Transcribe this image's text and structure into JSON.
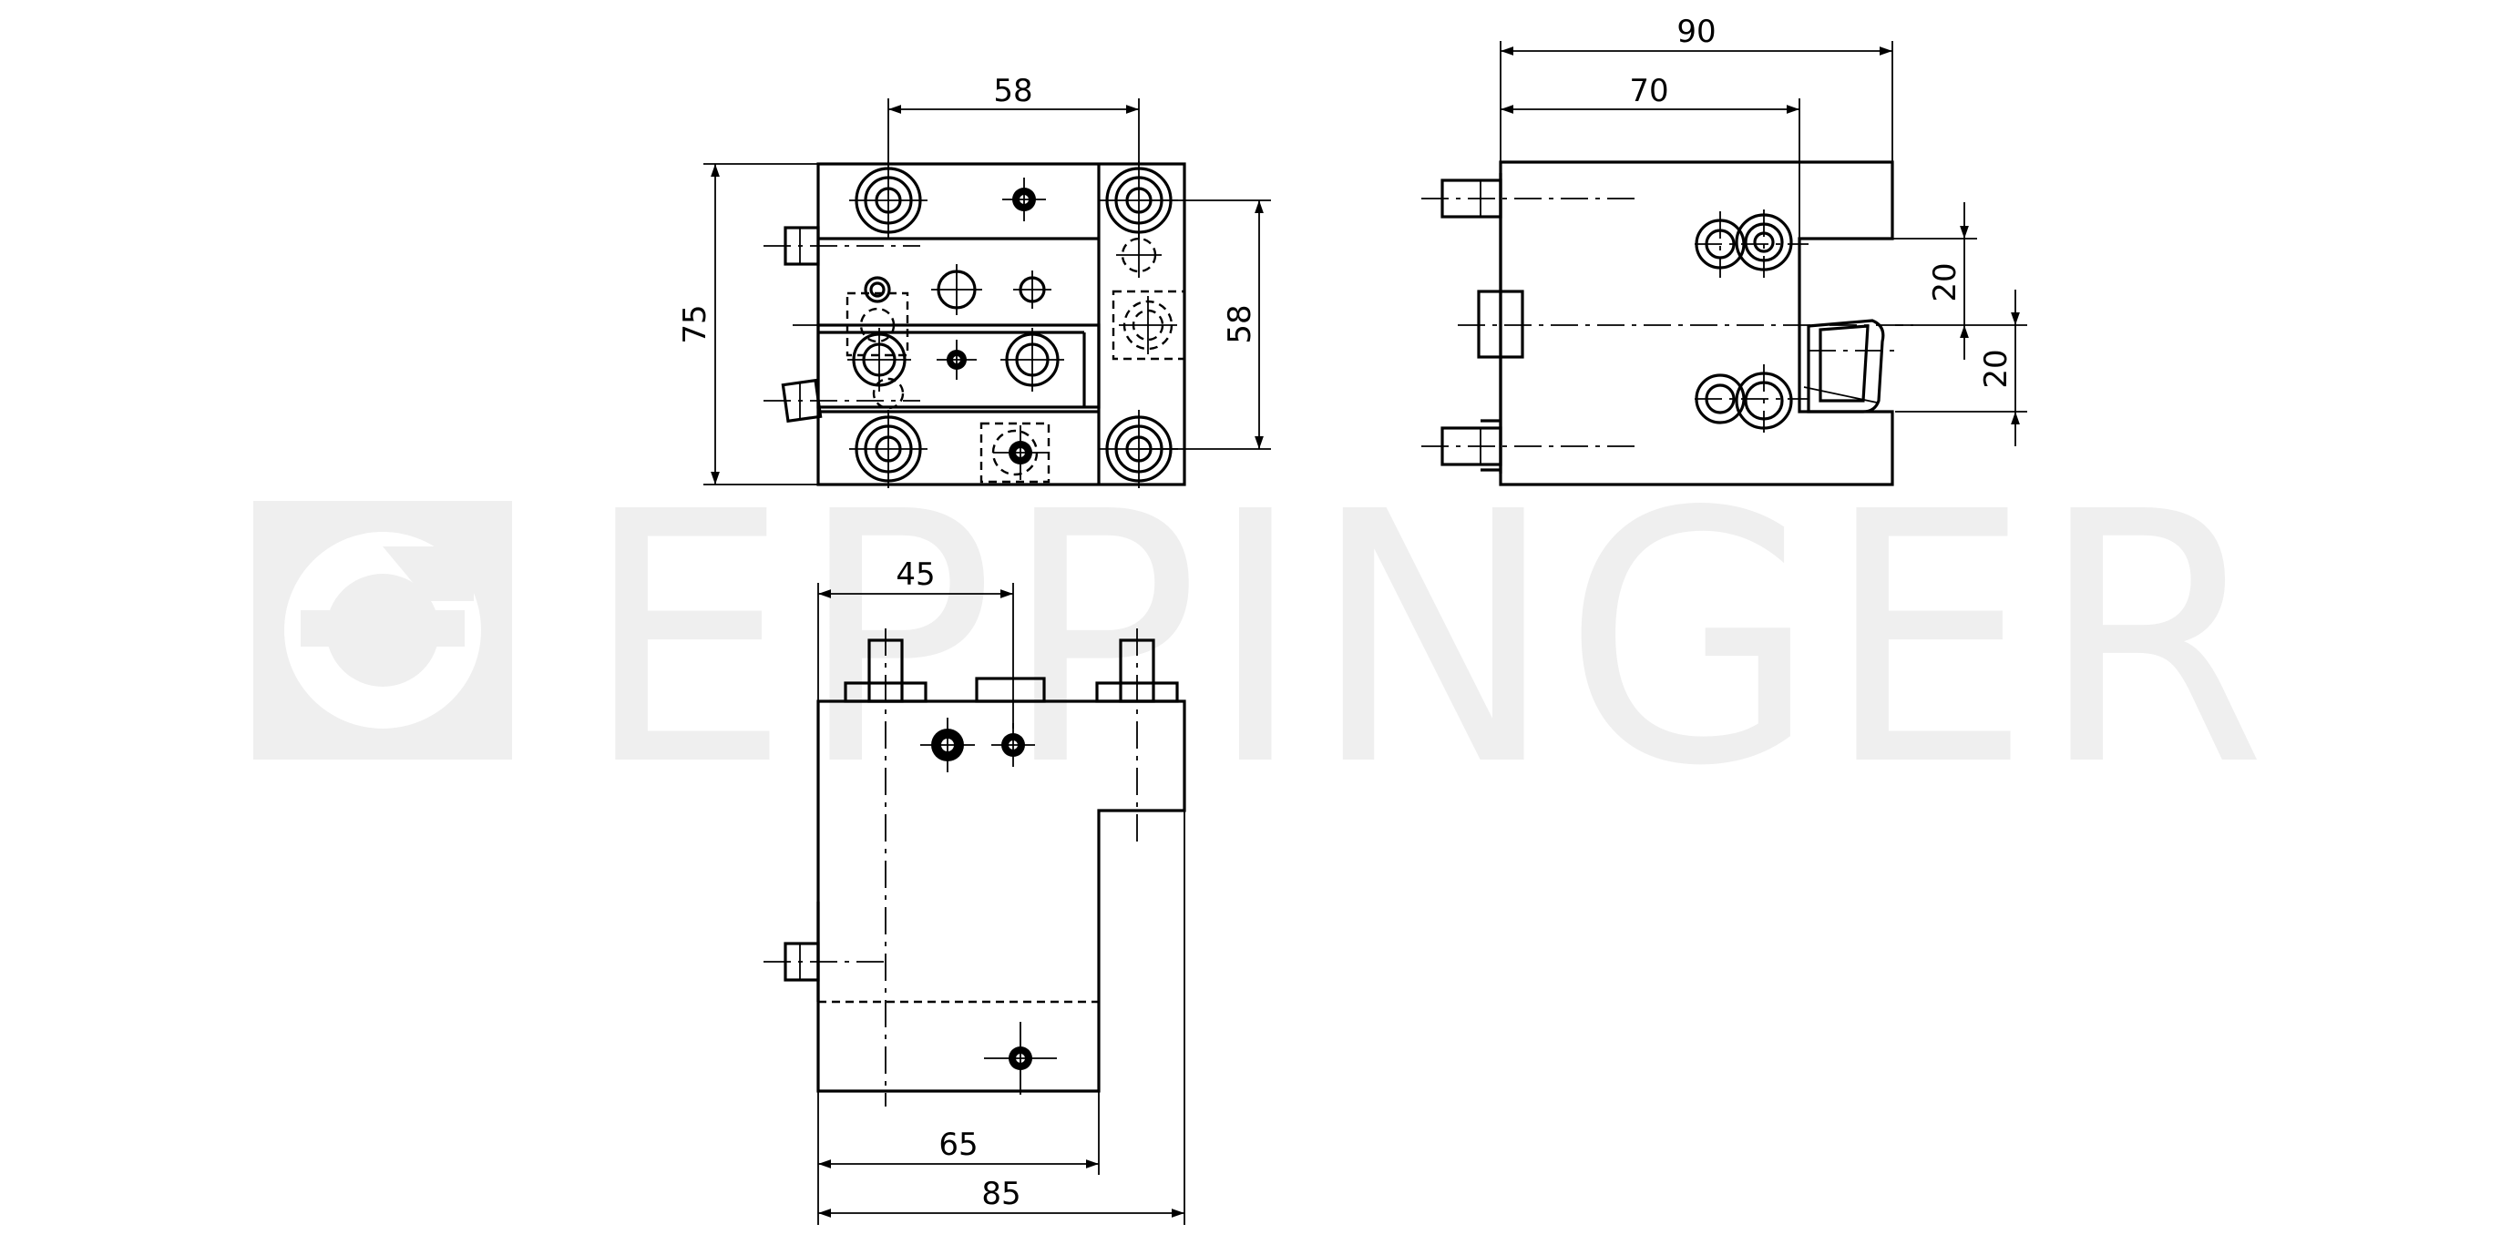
{
  "watermark": {
    "brand": "EPPINGER"
  },
  "dimensions": {
    "front": {
      "width_top": "58",
      "height_left": "75",
      "height_right": "58"
    },
    "side": {
      "overall": "90",
      "inner": "70",
      "offset_upper": "20",
      "offset_lower": "20"
    },
    "top": {
      "axis": "45",
      "step": "65",
      "overall": "85"
    }
  }
}
